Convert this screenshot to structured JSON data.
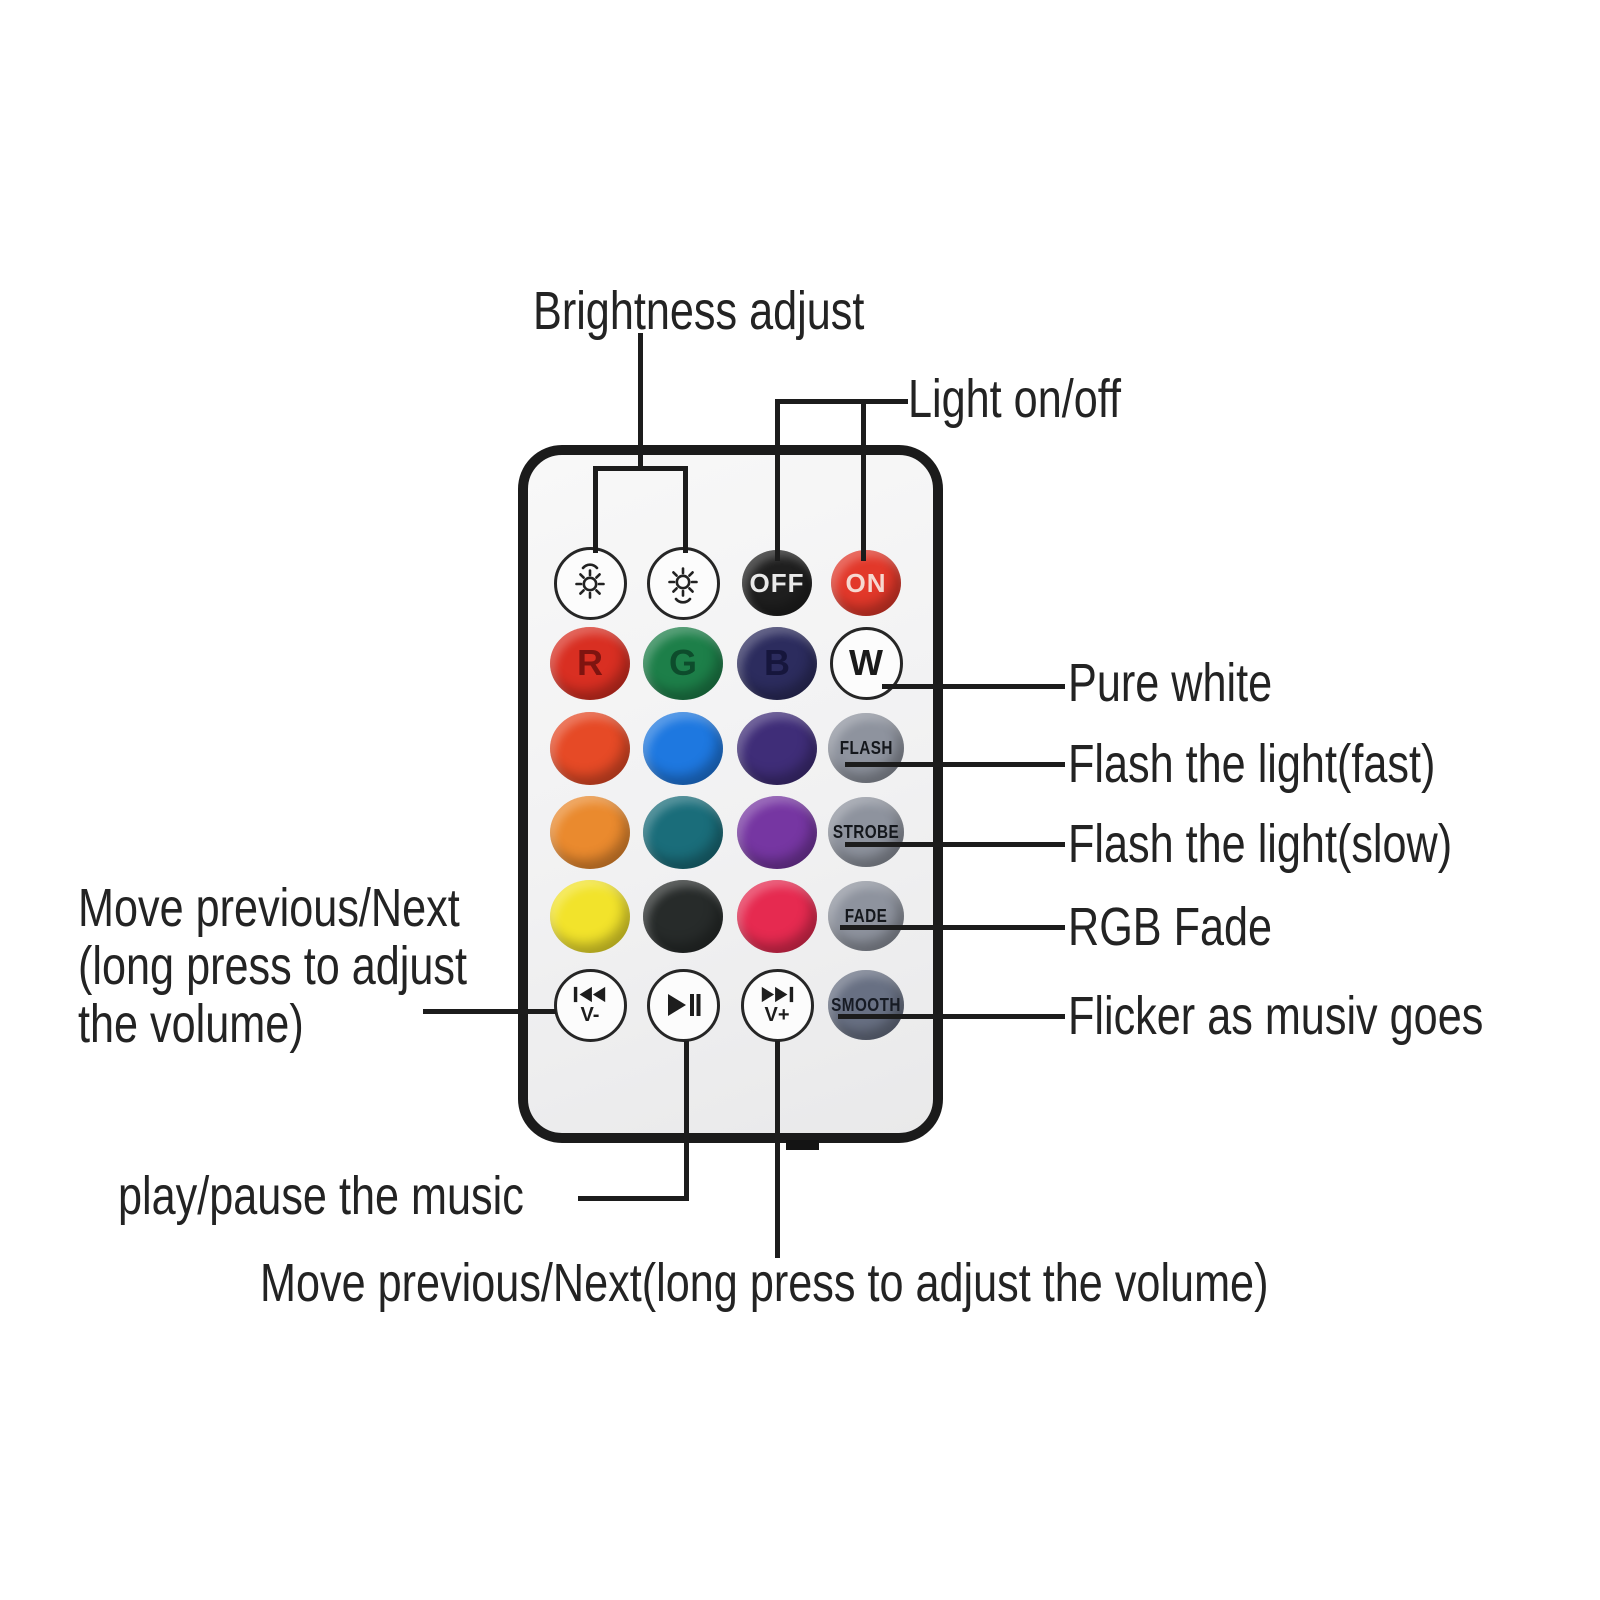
{
  "annotations": {
    "brightness_adjust": "Brightness adjust",
    "light_on_off": "Light on/off",
    "pure_white": "Pure white",
    "flash_fast": "Flash the light(fast)",
    "flash_slow": "Flash the light(slow)",
    "rgb_fade": "RGB Fade",
    "flicker_music": "Flicker as musiv goes",
    "move_prev_side": [
      "Move previous/Next",
      "(long press to adjust",
      "the volume)"
    ],
    "play_pause_music": "play/pause the music",
    "move_prev_bottom": "Move previous/Next(long press to adjust the volume)"
  },
  "remote": {
    "buttons": [
      {
        "name": "brightness-down-button",
        "type": "outline",
        "icon": "sun-down",
        "label": "",
        "fg": "#222222",
        "bg": "",
        "labelcls": ""
      },
      {
        "name": "brightness-up-button",
        "type": "outline",
        "icon": "sun-up",
        "label": "",
        "fg": "#222222",
        "bg": "",
        "labelcls": ""
      },
      {
        "name": "light-off-button",
        "type": "solid",
        "icon": "",
        "label": "OFF",
        "fg": "#e9e9e9",
        "bg": "#1f1f1f",
        "labelcls": "onoff"
      },
      {
        "name": "light-on-button",
        "type": "solid",
        "icon": "",
        "label": "ON",
        "fg": "#f6d8d0",
        "bg": "#e2382a",
        "labelcls": "onoff"
      },
      {
        "name": "red-button",
        "type": "solid",
        "icon": "",
        "label": "R",
        "fg": "#7e1410",
        "bg": "#d92f22",
        "labelcls": "letter"
      },
      {
        "name": "green-button",
        "type": "solid",
        "icon": "",
        "label": "G",
        "fg": "#0d4c2c",
        "bg": "#1d7f49",
        "labelcls": "letter"
      },
      {
        "name": "blue-button",
        "type": "solid",
        "icon": "",
        "label": "B",
        "fg": "#16163c",
        "bg": "#2c2c5e",
        "labelcls": "letter"
      },
      {
        "name": "white-button",
        "type": "outline",
        "icon": "",
        "label": "W",
        "fg": "#1a1a1a",
        "bg": "",
        "labelcls": "letter"
      },
      {
        "name": "red-orange-button",
        "type": "solid",
        "icon": "",
        "label": "",
        "fg": "",
        "bg": "#e64a26",
        "labelcls": ""
      },
      {
        "name": "bright-blue-button",
        "type": "solid",
        "icon": "",
        "label": "",
        "fg": "",
        "bg": "#1e78e0",
        "labelcls": ""
      },
      {
        "name": "dark-violet-button",
        "type": "solid",
        "icon": "",
        "label": "",
        "fg": "",
        "bg": "#3f2d78",
        "labelcls": ""
      },
      {
        "name": "flash-button",
        "type": "solid",
        "icon": "",
        "label": "FLASH",
        "fg": "#14171c",
        "bg": "#8e939e",
        "labelcls": "graytxt"
      },
      {
        "name": "orange-button",
        "type": "solid",
        "icon": "",
        "label": "",
        "fg": "",
        "bg": "#ea8a2e",
        "labelcls": ""
      },
      {
        "name": "teal-button",
        "type": "solid",
        "icon": "",
        "label": "",
        "fg": "",
        "bg": "#1a6d7a",
        "labelcls": ""
      },
      {
        "name": "purple-button",
        "type": "solid",
        "icon": "",
        "label": "",
        "fg": "",
        "bg": "#7636a2",
        "labelcls": ""
      },
      {
        "name": "strobe-button",
        "type": "solid",
        "icon": "",
        "label": "STROBE",
        "fg": "#14171c",
        "bg": "#8e939e",
        "labelcls": "graytxt"
      },
      {
        "name": "yellow-button",
        "type": "solid",
        "icon": "",
        "label": "",
        "fg": "",
        "bg": "#f2e32b",
        "labelcls": ""
      },
      {
        "name": "charcoal-button",
        "type": "solid",
        "icon": "",
        "label": "",
        "fg": "",
        "bg": "#272b2a",
        "labelcls": ""
      },
      {
        "name": "crimson-button",
        "type": "solid",
        "icon": "",
        "label": "",
        "fg": "",
        "bg": "#e62a50",
        "labelcls": ""
      },
      {
        "name": "fade-button",
        "type": "solid",
        "icon": "",
        "label": "FADE",
        "fg": "#14171c",
        "bg": "#8e939e",
        "labelcls": "graytxt"
      },
      {
        "name": "volume-down-button",
        "type": "outline",
        "icon": "prev",
        "label": "V-",
        "fg": "#1d1d1d",
        "bg": "",
        "labelcls": "vol"
      },
      {
        "name": "play-pause-button",
        "type": "outline",
        "icon": "playpause",
        "label": "",
        "fg": "#1d1d1d",
        "bg": "",
        "labelcls": ""
      },
      {
        "name": "volume-up-button",
        "type": "outline",
        "icon": "next",
        "label": "V+",
        "fg": "#1d1d1d",
        "bg": "",
        "labelcls": "vol"
      },
      {
        "name": "smooth-button",
        "type": "solid",
        "icon": "",
        "label": "SMOOTH",
        "fg": "#171b24",
        "bg": "#687083",
        "labelcls": "graytxt"
      }
    ]
  },
  "colors": {
    "line": "#1c1c1c",
    "remote_border": "#1b1b1b",
    "remote_face": "#f3f3f4",
    "on_red": "#e2382a",
    "gray_button": "#8e939e",
    "smooth_slate": "#687083"
  }
}
